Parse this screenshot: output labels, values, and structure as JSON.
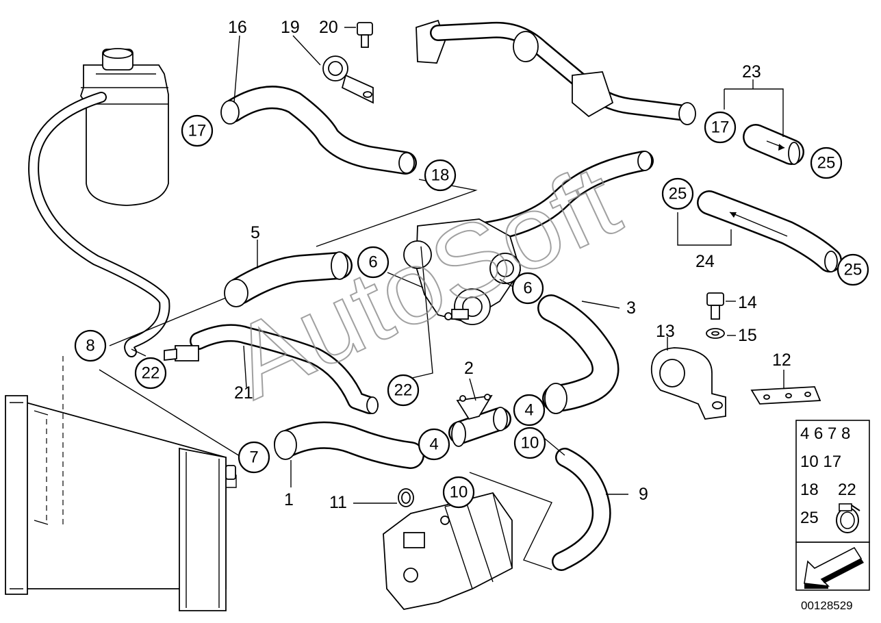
{
  "diagram": {
    "watermark": "AutoSoft",
    "drawing_number": "00128529",
    "plain_labels": [
      "16",
      "19",
      "20",
      "23",
      "5",
      "3",
      "14",
      "15",
      "13",
      "12",
      "2",
      "21",
      "1",
      "11",
      "9",
      "24"
    ],
    "circled_labels": [
      "17",
      "18",
      "17",
      "25",
      "25",
      "25",
      "6",
      "6",
      "8",
      "22",
      "22",
      "7",
      "4",
      "4",
      "10",
      "10"
    ],
    "legend": {
      "rows": [
        "4 6 7 8",
        "10 17",
        "18",
        "22",
        "25"
      ]
    }
  }
}
